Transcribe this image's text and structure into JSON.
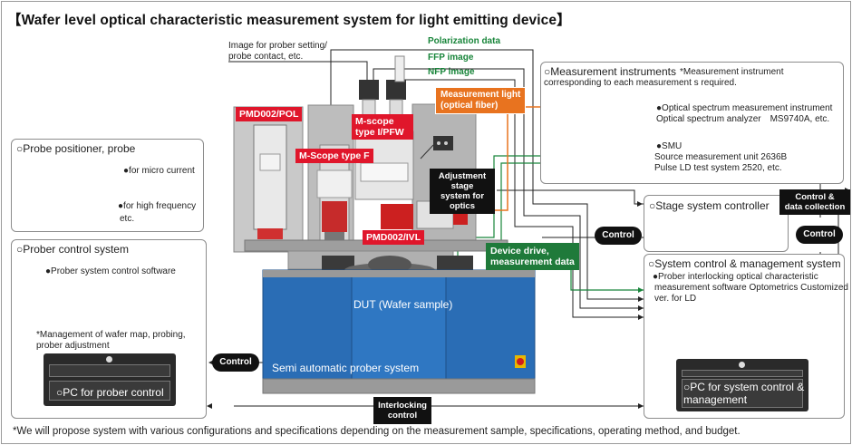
{
  "title": "【Wafer level optical characteristic measurement system for light emitting device】",
  "footnote": "*We will propose system with various configurations and specifications depending on the measurement sample, specifications, operating method, and budget.",
  "probe_panel": {
    "title": "○Probe positioner, probe",
    "item1": "●for micro current",
    "item2a": "●for high frequency",
    "item2b": "etc."
  },
  "prober_control_panel": {
    "title": "○Prober control system",
    "software": "●Prober system control software",
    "note1": "*Management of wafer map, probing,",
    "note2": "prober adjustment",
    "pc_label": "○PC for prober control"
  },
  "measurement_panel": {
    "title": "○Measurement instruments",
    "note1": "*Measurement instrument",
    "note2": "corresponding to each measurement s required.",
    "osa1": "●Optical spectrum measurement instrument",
    "osa2": "Optical spectrum analyzer　MS9740A, etc.",
    "smu1": "●SMU",
    "smu2": "Source measurement unit 2636B",
    "smu3": "Pulse LD test system 2520, etc."
  },
  "stage_panel": {
    "title": "○Stage system controller"
  },
  "management_panel": {
    "title": "○System control & management system",
    "sw1": "●Prober interlocking optical characteristic",
    "sw2": "measurement software Optometrics Customized",
    "sw3": "ver. for LD",
    "pc_label1": "○PC for system control &",
    "pc_label2": "management"
  },
  "center": {
    "image_note1": "Image for prober setting/",
    "image_note2": "probe contact, etc.",
    "polarization": "Polarization data",
    "ffp": "FFP image",
    "nfp": "NFP image",
    "pmd_pol": "PMD002/POL",
    "mscope_ipfw1": "M-scope",
    "mscope_ipfw2": "type I/PFW",
    "mscope_f": "M-Scope type F",
    "pmd_ivl": "PMD002/IVL",
    "meas_light1": "Measurement light",
    "meas_light2": "(optical fiber)",
    "adj_stage1": "Adjustment stage",
    "adj_stage2": "system for optics",
    "device_drive1": "Device drive,",
    "device_drive2": "measurement data",
    "dut": "DUT (Wafer sample)",
    "prober": "Semi automatic prober system"
  },
  "links": {
    "control": "Control",
    "control_data1": "Control &",
    "control_data2": "data collection",
    "interlock1": "Interlocking",
    "interlock2": "control"
  },
  "colors": {
    "red": "#e0162b",
    "blue": "#2a6db5",
    "green": "#18853a",
    "orange": "#e8731f"
  }
}
